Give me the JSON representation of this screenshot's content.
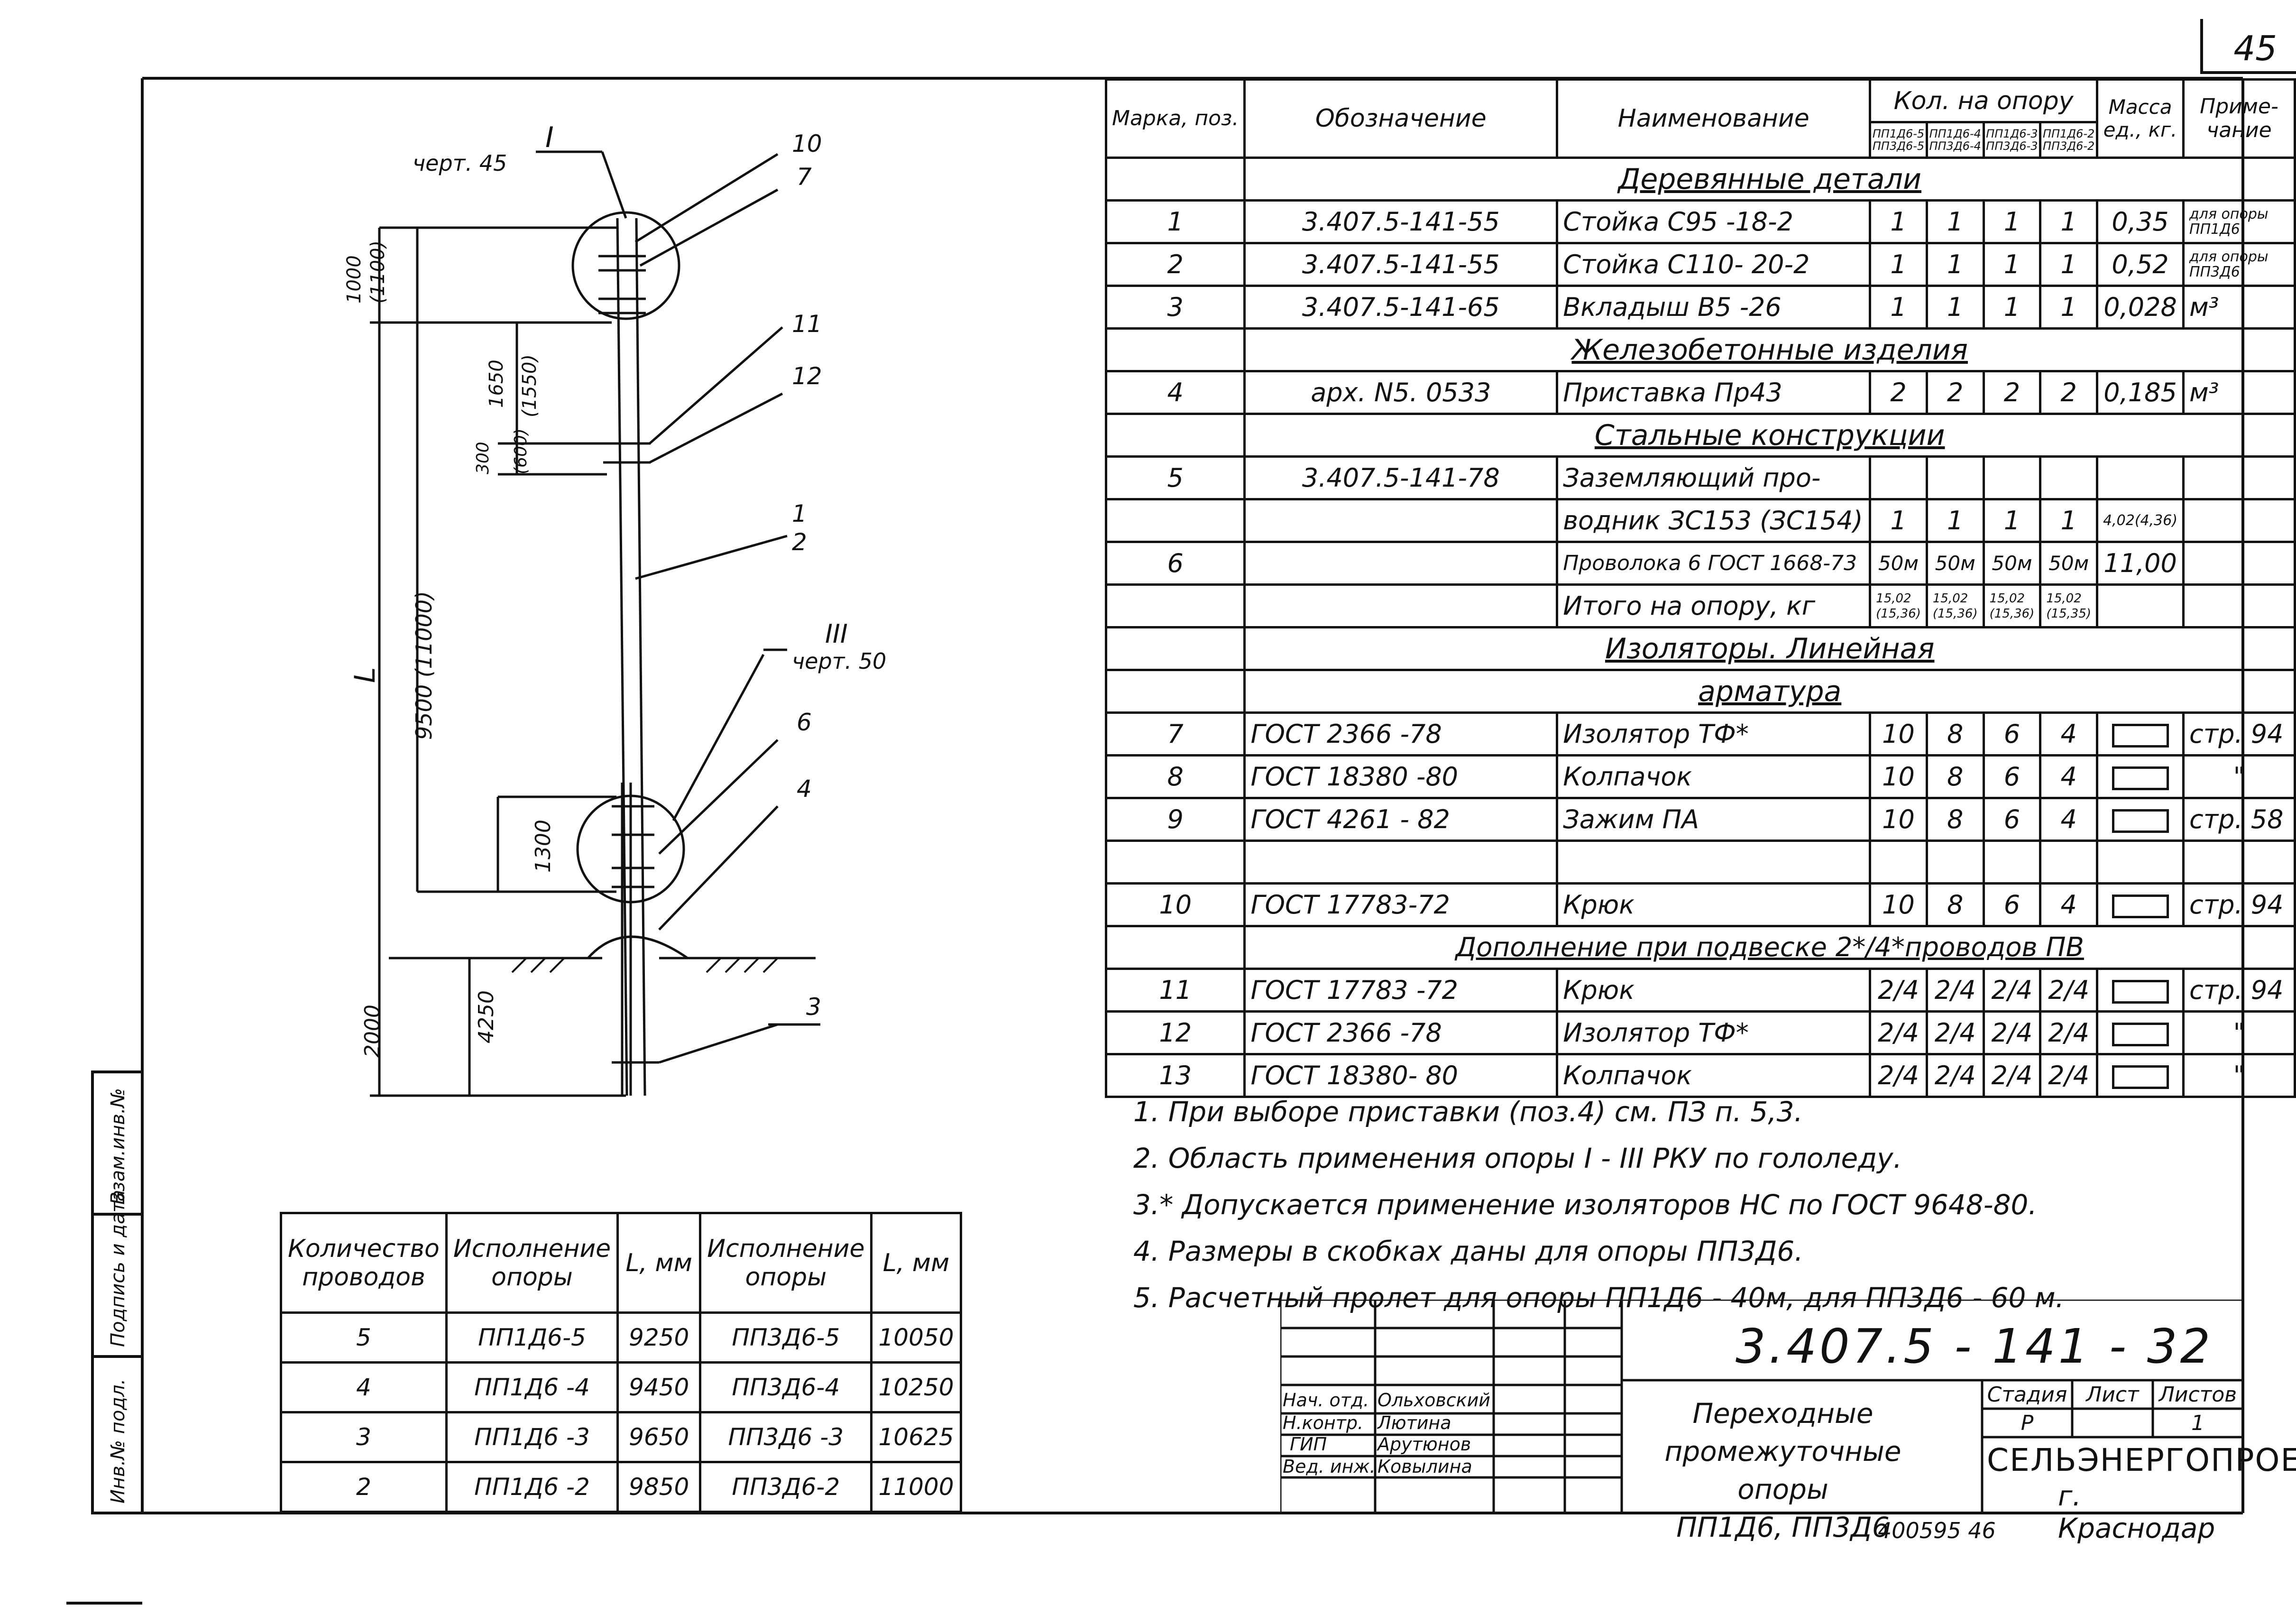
{
  "page_number": "45",
  "drawing": {
    "callout_I": "I",
    "callout_I_ref": "черт. 45",
    "callout_III": "III",
    "callout_III_ref": "черт. 50",
    "dim_top": "1000",
    "dim_top_alt": "(1100)",
    "dim_1650": "1650",
    "dim_1650_alt": "(1550)",
    "dim_300": "300",
    "dim_300_alt": "(600)",
    "dim_9500": "9500 (11000)",
    "dim_L": "L",
    "dim_1300": "1300",
    "dim_4250": "4250",
    "dim_2000": "2000",
    "pos": [
      "10",
      "7",
      "11",
      "12",
      "1",
      "2",
      "6",
      "4",
      "3"
    ]
  },
  "left_margin": {
    "vzam": "Взам.инв.№",
    "podpis": "Подпись и дата",
    "inv": "Инв.№ подл."
  },
  "spec": {
    "headers": {
      "mark": "Марка, поз.",
      "designation": "Обозначение",
      "name": "Наименование",
      "qty": "Кол. на опору",
      "qty_sub": [
        "ПП1Д6-5 ПП3Д6-5",
        "ПП1Д6-4 ПП3Д6-4",
        "ПП1Д6-3 ПП3Д6-3",
        "ПП1Д6-2 ПП3Д6-2"
      ],
      "mass": "Масса ед., кг.",
      "note": "Приме-чание"
    },
    "sections": {
      "wood": "Деревянные детали",
      "concrete": "Железобетонные изделия",
      "steel": "Стальные конструкции",
      "insul1": "Изоляторы. Линейная",
      "insul2": "арматура",
      "extra": "Дополнение при подвеске 2*/4*проводов ПВ"
    },
    "rows_wood": [
      {
        "pos": "1",
        "des": "3.407.5-141-55",
        "name": "Стойка С95 -18-2",
        "q": [
          "1",
          "1",
          "1",
          "1"
        ],
        "mass": "0,35",
        "note": "для опоры ПП1Д6"
      },
      {
        "pos": "2",
        "des": "3.407.5-141-55",
        "name": "Стойка С110- 20-2",
        "q": [
          "1",
          "1",
          "1",
          "1"
        ],
        "mass": "0,52",
        "note": "для опоры ПП3Д6"
      },
      {
        "pos": "3",
        "des": "3.407.5-141-65",
        "name": "Вкладыш В5 -26",
        "q": [
          "1",
          "1",
          "1",
          "1"
        ],
        "mass": "0,028",
        "note": "м³"
      }
    ],
    "rows_concrete": [
      {
        "pos": "4",
        "des": "арх. N5. 0533",
        "name": "Приставка Пр43",
        "q": [
          "2",
          "2",
          "2",
          "2"
        ],
        "mass": "0,185",
        "note": "м³"
      }
    ],
    "row_steel_5a": {
      "pos": "5",
      "des": "3.407.5-141-78",
      "name": "Заземляющий про-"
    },
    "row_steel_5b": {
      "name": "водник ЗС153 (ЗС154)",
      "q": [
        "1",
        "1",
        "1",
        "1"
      ],
      "mass": "4,02(4,36)"
    },
    "row_steel_6": {
      "pos": "6",
      "name": "Проволока 6 ГОСТ 1668-73",
      "q": [
        "50м",
        "50м",
        "50м",
        "50м"
      ],
      "mass": "11,00"
    },
    "row_total": {
      "name": "Итого на опору, кг",
      "q": [
        "15,02 (15,36)",
        "15,02 (15,36)",
        "15,02 (15,36)",
        "15,02 (15,35)"
      ]
    },
    "rows_insul": [
      {
        "pos": "7",
        "des": "ГОСТ 2366 -78",
        "name": "Изолятор ТФ*",
        "q": [
          "10",
          "8",
          "6",
          "4"
        ],
        "note": "стр. 94"
      },
      {
        "pos": "8",
        "des": "ГОСТ 18380 -80",
        "name": "Колпачок",
        "q": [
          "10",
          "8",
          "6",
          "4"
        ],
        "note": "\""
      },
      {
        "pos": "9",
        "des": "ГОСТ 4261 - 82",
        "name": "Зажим ПА",
        "q": [
          "10",
          "8",
          "6",
          "4"
        ],
        "note": "стр. 58"
      }
    ],
    "row_10": {
      "pos": "10",
      "des": "ГОСТ 17783-72",
      "name": "Крюк",
      "q": [
        "10",
        "8",
        "6",
        "4"
      ],
      "note": "стр. 94"
    },
    "rows_extra": [
      {
        "pos": "11",
        "des": "ГОСТ 17783 -72",
        "name": "Крюк",
        "q": [
          "2/4",
          "2/4",
          "2/4",
          "2/4"
        ],
        "note": "стр. 94"
      },
      {
        "pos": "12",
        "des": "ГОСТ 2366 -78",
        "name": "Изолятор ТФ*",
        "q": [
          "2/4",
          "2/4",
          "2/4",
          "2/4"
        ],
        "note": "\""
      },
      {
        "pos": "13",
        "des": "ГОСТ 18380- 80",
        "name": "Колпачок",
        "q": [
          "2/4",
          "2/4",
          "2/4",
          "2/4"
        ],
        "note": "\""
      }
    ]
  },
  "notes": [
    "1. При выборе приставки (поз.4) см. ПЗ п. 5,3.",
    "2. Область применения опоры I - III РКУ по гололеду.",
    "3.* Допускается применение изоляторов НС по ГОСТ 9648-80.",
    "4. Размеры в скобках даны для опоры ПП3Д6.",
    "5. Расчетный пролет для опоры ПП1Д6 - 40м, для ПП3Д6 - 60 м."
  ],
  "wires": {
    "headers": [
      "Количество проводов",
      "Исполнение опоры",
      "L, мм",
      "Исполнение опоры",
      "L, мм"
    ],
    "rows": [
      [
        "5",
        "ПП1Д6-5",
        "9250",
        "ПП3Д6-5",
        "10050"
      ],
      [
        "4",
        "ПП1Д6 -4",
        "9450",
        "ПП3Д6-4",
        "10250"
      ],
      [
        "3",
        "ПП1Д6 -3",
        "9650",
        "ПП3Д6 -3",
        "10625"
      ],
      [
        "2",
        "ПП1Д6 -2",
        "9850",
        "ПП3Д6-2",
        "11000"
      ]
    ]
  },
  "title_block": {
    "code": "3.407.5 - 141 - 32",
    "roles": [
      "Нач. отд.",
      "Н.контр.",
      "ГИП",
      "Вед. инж."
    ],
    "names": [
      "Ольховский",
      "Лютина",
      "Арутюнов",
      "Ковылина"
    ],
    "name_lines": [
      "Переходные",
      "промежуточные опоры",
      "ПП1Д6, ПП3Д6"
    ],
    "stage_h": "Стадия",
    "sheet_h": "Лист",
    "sheets_h": "Листов",
    "stage": "Р",
    "sheets": "1",
    "org": "СЕЛЬЭНЕРГОПРОЕКТ",
    "city": "г. Краснодар"
  },
  "stamp": "400595 46"
}
